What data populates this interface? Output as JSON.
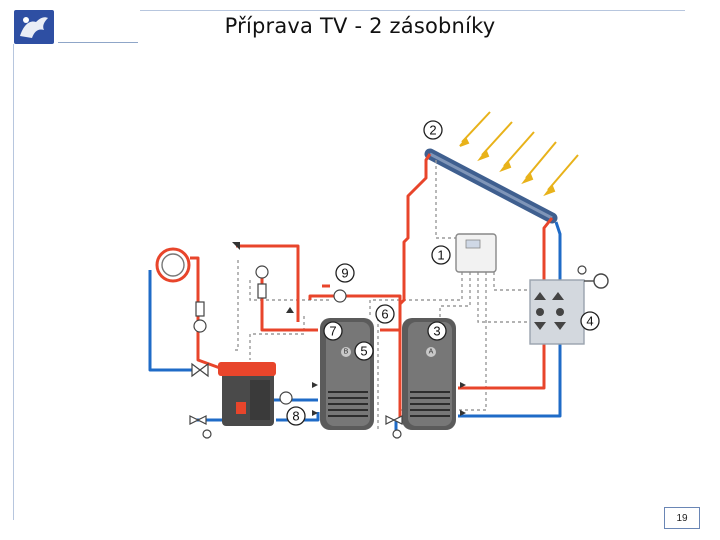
{
  "title": "Příprava TV - 2 zásobníky",
  "page_number": "19",
  "diagram": {
    "labels": [
      "1",
      "2",
      "3",
      "4",
      "5",
      "6",
      "7",
      "8",
      "9"
    ],
    "tank_marks": [
      "B",
      "A"
    ],
    "colors": {
      "hot_pipe": "#e8452b",
      "cold_pipe": "#1f6bc7",
      "control_line": "#9a9a9a",
      "tank": "#555555",
      "panel": "#3f5f8f",
      "sun_rays": "#e8b21a",
      "logo": "#2e4fa3"
    },
    "icons": [
      "logo-icon",
      "solar-collector-icon",
      "sun-ray-icon",
      "boiler-icon",
      "storage-tank-icon",
      "controller-icon",
      "pump-station-icon",
      "expansion-vessel-icon",
      "valve-icon",
      "pump-icon"
    ]
  }
}
